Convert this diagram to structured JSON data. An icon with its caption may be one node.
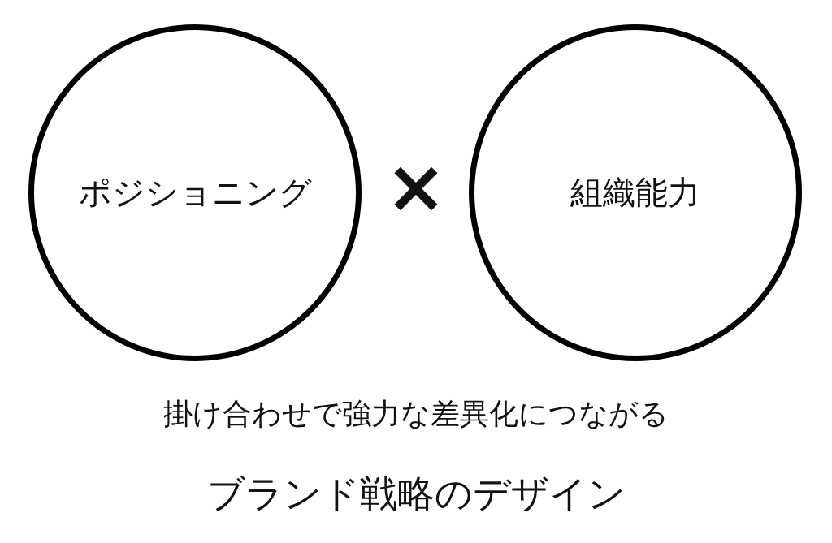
{
  "diagram": {
    "caption": "ブランド戦略のデザイン",
    "nodes": [
      {
        "text": [
          "ポジショニング"
        ]
      },
      {
        "text": [
          "組織能力"
        ]
      }
    ],
    "labels": [
      "×",
      "掛け合わせで強力な差異化につながる"
    ]
  }
}
